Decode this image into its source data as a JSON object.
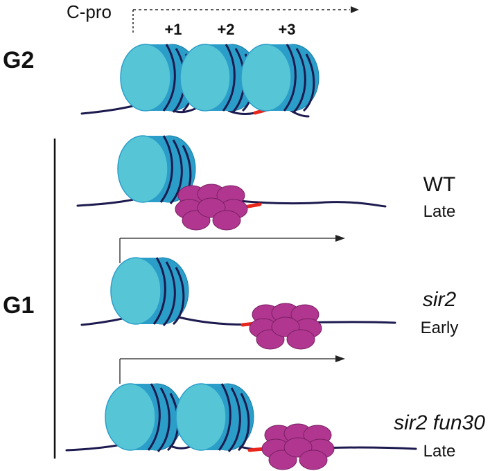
{
  "phases": {
    "g2": "G2",
    "g1": "G1"
  },
  "promoter": {
    "label": "C-pro",
    "positions": [
      "+1",
      "+2",
      "+3"
    ]
  },
  "rows": [
    {
      "strain": "WT",
      "timing": "Late"
    },
    {
      "strain": "sir2",
      "timing": "Early"
    },
    {
      "strain": "sir2 fun30",
      "timing": "Late"
    }
  ],
  "colors": {
    "dna": "#1c1a4e",
    "histone_side": "#2a9ec9",
    "histone_face": "#56c6d6",
    "complex": "#b0368f",
    "complex_edge": "#7a1f63",
    "marker": "#e8261c"
  }
}
